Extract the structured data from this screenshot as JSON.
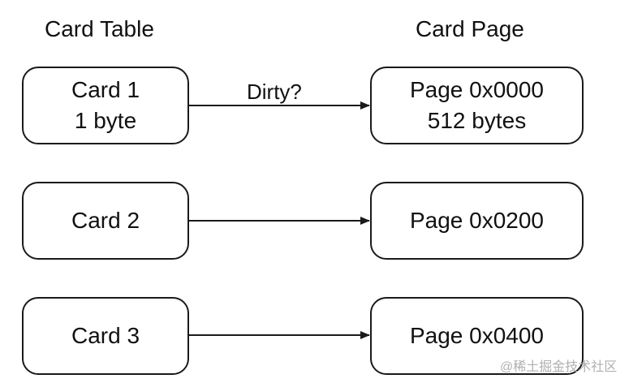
{
  "headers": {
    "card_table": "Card Table",
    "card_page": "Card Page"
  },
  "cards": [
    {
      "line1": "Card 1",
      "line2": "1 byte"
    },
    {
      "line1": "Card 2",
      "line2": ""
    },
    {
      "line1": "Card 3",
      "line2": ""
    }
  ],
  "pages": [
    {
      "line1": "Page 0x0000",
      "line2": "512 bytes"
    },
    {
      "line1": "Page 0x0200",
      "line2": ""
    },
    {
      "line1": "Page 0x0400",
      "line2": ""
    }
  ],
  "edges": [
    {
      "from": "Card 1",
      "to": "Page 0x0000",
      "label": "Dirty?"
    },
    {
      "from": "Card 2",
      "to": "Page 0x0200",
      "label": ""
    },
    {
      "from": "Card 3",
      "to": "Page 0x0400",
      "label": ""
    }
  ],
  "watermark": "@稀土掘金技术社区",
  "colors": {
    "stroke": "#1a1a1a",
    "text": "#111111",
    "watermark": "#b0b0b0"
  }
}
